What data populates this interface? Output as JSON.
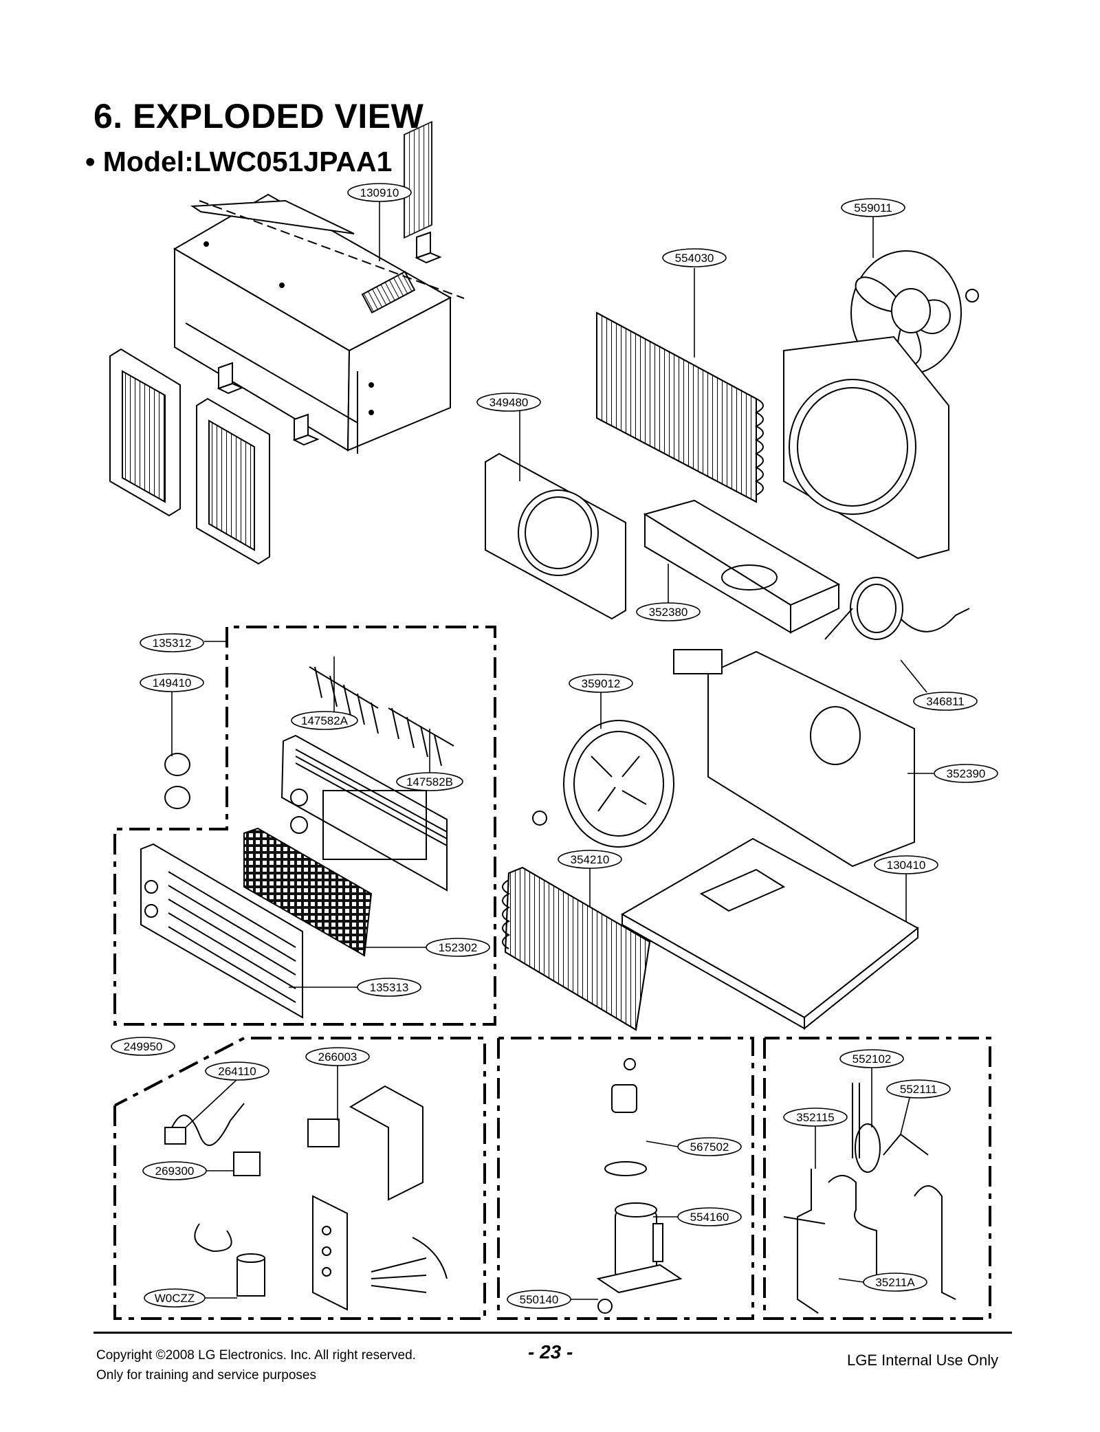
{
  "page": {
    "title": "6. EXPLODED VIEW",
    "model": "• Model:LWC051JPAA1",
    "page_number": "- 23 -",
    "copyright_line1": "Copyright ©2008 LG Electronics. Inc. All right reserved.",
    "copyright_line2": "Only for training and service purposes",
    "internal_use": "LGE Internal Use Only"
  },
  "parts": {
    "p130910": "130910",
    "p559011": "559011",
    "p554030": "554030",
    "p349480": "349480",
    "p352380": "352380",
    "p135312": "135312",
    "p149410": "149410",
    "p147582A": "147582A",
    "p147582B": "147582B",
    "p359012": "359012",
    "p346811": "346811",
    "p352390": "352390",
    "p354210": "354210",
    "p130410": "130410",
    "p152302": "152302",
    "p135313": "135313",
    "p249950": "249950",
    "p266003": "266003",
    "p264110": "264110",
    "p269300": "269300",
    "pW0CZZ": "W0CZZ",
    "p552102": "552102",
    "p552111": "552111",
    "p352115": "352115",
    "p567502": "567502",
    "p554160": "554160",
    "p550140": "550140",
    "p35211A": "35211A"
  }
}
